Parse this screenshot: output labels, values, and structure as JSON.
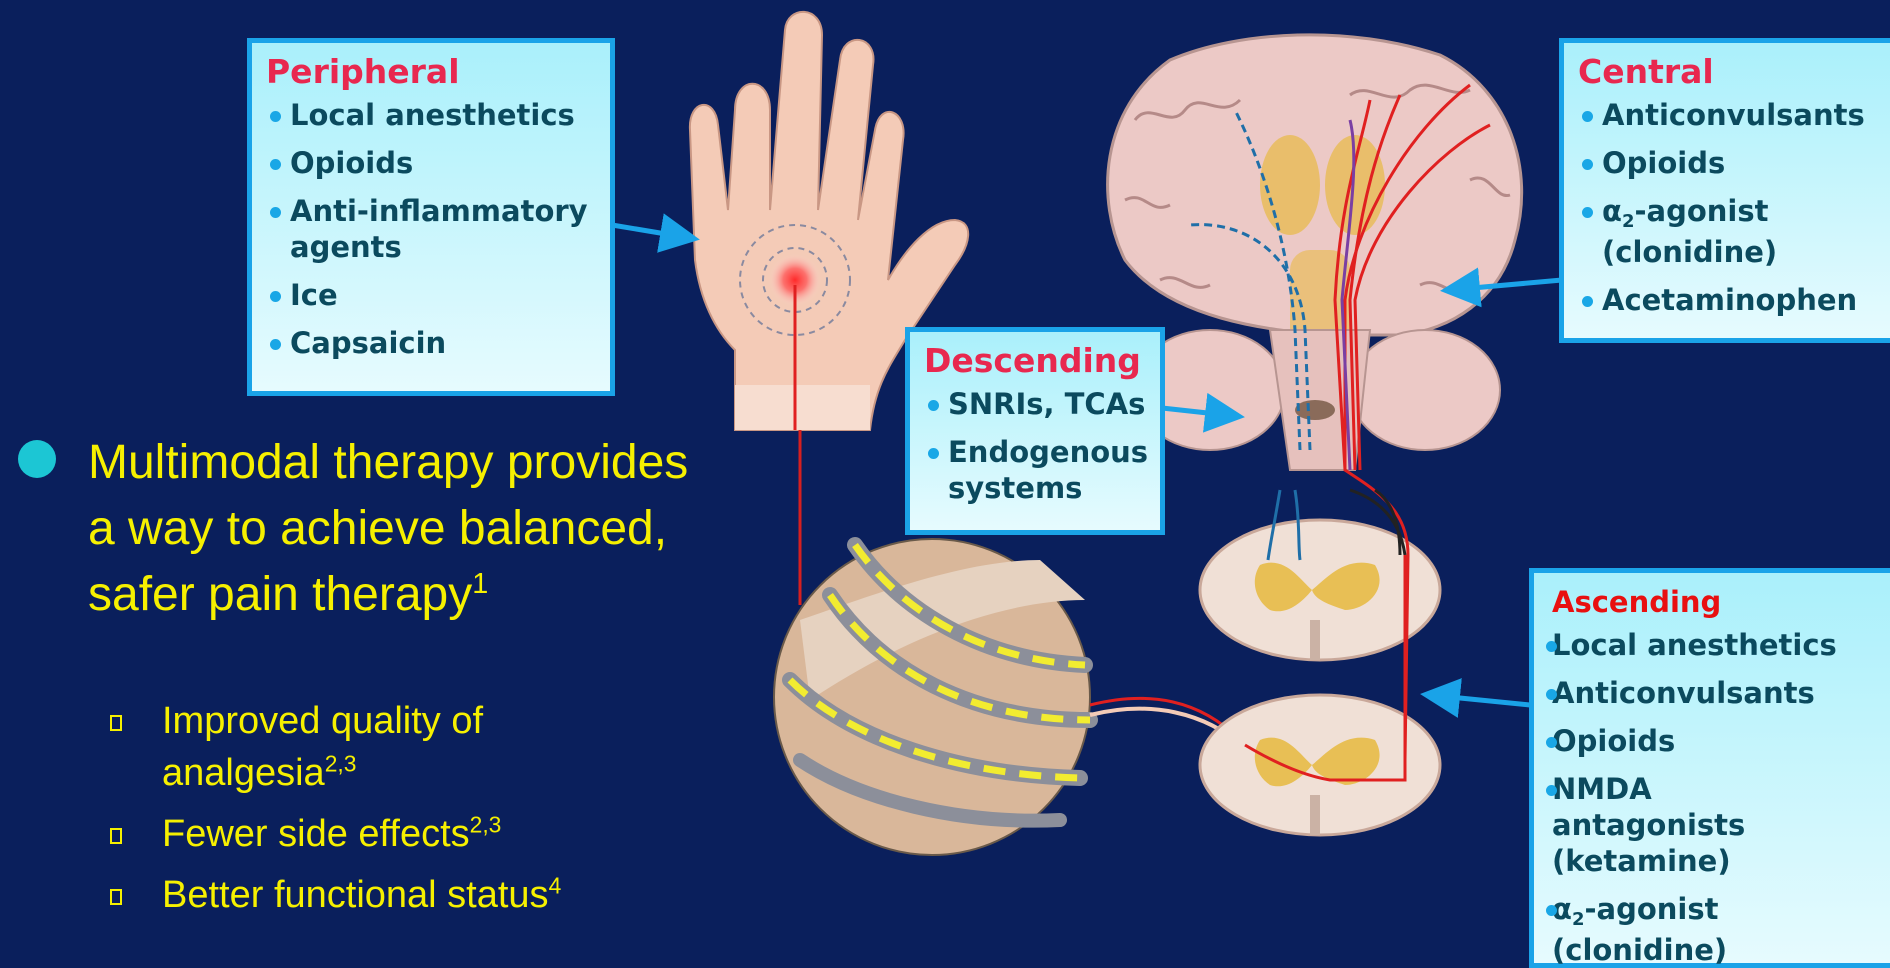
{
  "peripheral": {
    "title": "Peripheral",
    "items": [
      "Local anesthetics",
      "Opioids",
      "Anti-inflammatory agents",
      "Ice",
      "Capsaicin"
    ]
  },
  "central": {
    "title": "Central",
    "items": [
      "Anticonvulsants",
      "Opioids"
    ],
    "alpha_main": "α",
    "alpha_sub": "2",
    "alpha_rest": "-agonist (clonidine)",
    "last_item": "Acetaminophen"
  },
  "descending": {
    "title": "Descending",
    "items": [
      "SNRIs, TCAs",
      "Endogenous systems"
    ]
  },
  "ascending": {
    "title": "Ascending",
    "items": [
      "Local anesthetics",
      "Anticonvulsants",
      "Opioids",
      "NMDA antagonists (ketamine)"
    ],
    "alpha_main": "α",
    "alpha_sub": "2",
    "alpha_rest": "-agonist (clonidine)"
  },
  "main_point": {
    "text": "Multimodal therapy provides a way to achieve balanced, safer pain therapy",
    "ref": "1"
  },
  "sub_points": [
    {
      "text": "Improved quality of analgesia",
      "ref": "2,3"
    },
    {
      "text": "Fewer side effects",
      "ref": "2,3"
    },
    {
      "text": "Better functional status",
      "ref": "4"
    }
  ],
  "colors": {
    "background": "#0a1f5c",
    "box_border": "#1aa3e8",
    "title_red": "#e8284f",
    "text_yellow": "#f6f000"
  }
}
